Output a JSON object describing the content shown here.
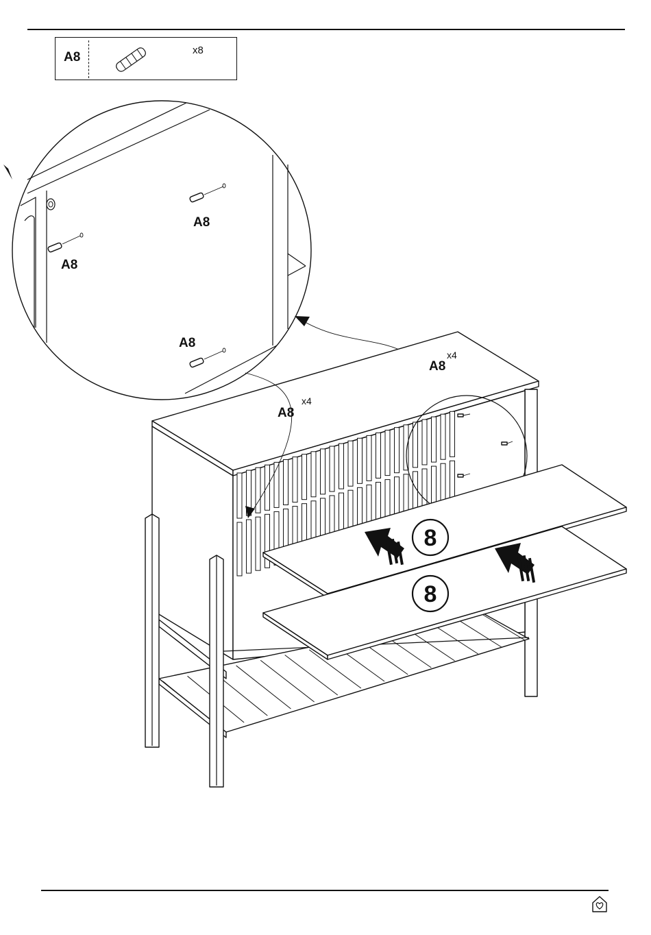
{
  "parts": {
    "id": "A8",
    "quantity": "x8",
    "icon": "dowel-icon"
  },
  "detail": {
    "labels": [
      "A8",
      "A8",
      "A8"
    ]
  },
  "callouts": [
    {
      "label": "A8",
      "quantity": "x4"
    },
    {
      "label": "A8",
      "quantity": "x4"
    }
  ],
  "steps": [
    "8",
    "8"
  ],
  "footer": {
    "logo_icon": "house-heart-icon"
  }
}
